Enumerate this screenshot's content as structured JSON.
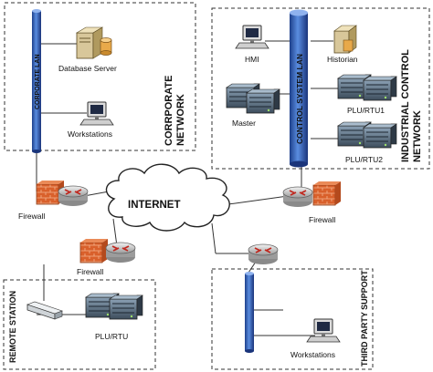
{
  "sections": {
    "corporate": "CORRPORATE NETWORK",
    "industrial": "INDUSTRIAL CONTROL NETWORK",
    "remote": "REMOTE STATION",
    "third_party": "THIRD PARTY SUPPORT"
  },
  "buses": {
    "corporate_lan": "CORPORATE LAN",
    "control_system_lan": "CONTROL SYSTEM LAN"
  },
  "cloud": "INTERNET",
  "nodes": {
    "database_server": "Database Server",
    "workstations_corp": "Workstations",
    "hmi": "HMI",
    "historian": "Historian",
    "master": "Master",
    "plu_rtu1": "PLU/RTU1",
    "plu_rtu2": "PLU/RTU2",
    "firewall_corp": "Firewall",
    "firewall_icn": "Firewall",
    "firewall_remote": "Firewall",
    "plu_rtu_remote": "PLU/RTU",
    "workstations_third": "Workstations"
  },
  "icon_names": [
    "server-icon",
    "workstation-icon",
    "rack-server-icon",
    "router-icon",
    "firewall-icon",
    "hub-icon"
  ]
}
